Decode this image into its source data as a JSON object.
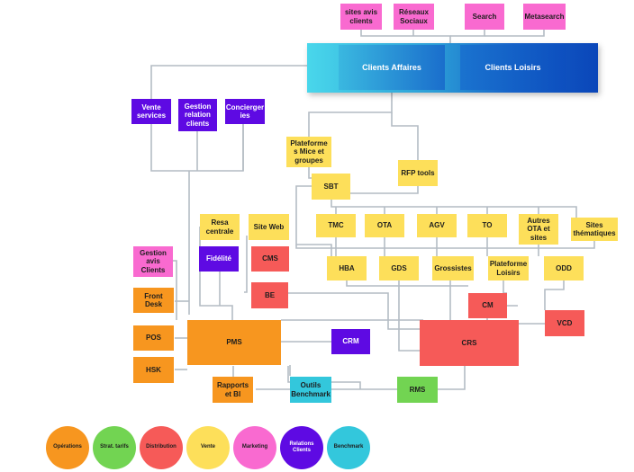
{
  "boxes": {
    "sites_avis_clients": "sites avis clients",
    "reseaux_sociaux": "Réseaux Sociaux",
    "search": "Search",
    "metasearch": "Metasearch",
    "clients_affaires": "Clients Affaires",
    "clients_loisirs": "Clients Loisirs",
    "vente_services": "Vente services",
    "gestion_relation_clients": "Gestion relation clients",
    "conciergeries": "Concierger ies",
    "plateformes_mice": "Plateforme s Mice et groupes",
    "rfp_tools": "RFP tools",
    "sbt": "SBT",
    "resa_centrale": "Resa centrale",
    "site_web": "Site Web",
    "tmc": "TMC",
    "ota": "OTA",
    "agv": "AGV",
    "to": "TO",
    "autres_ota": "Autres OTA et sites",
    "sites_thematiques": "Sites thématiques",
    "gestion_avis_clients": "Gestion avis Clients",
    "fidelite": "Fidélité",
    "cms": "CMS",
    "hba": "HBA",
    "gds": "GDS",
    "grossistes": "Grossistes",
    "plateforme_loisirs": "Plateforme Loisirs",
    "odd": "ODD",
    "front_desk": "Front Desk",
    "be": "BE",
    "cm": "CM",
    "vcd": "VCD",
    "pos": "POS",
    "pms": "PMS",
    "crm": "CRM",
    "crs": "CRS",
    "hsk": "HSK",
    "rapports_bi": "Rapports et BI",
    "outils_benchmark": "Outils Benchmark",
    "rms": "RMS"
  },
  "legend": [
    {
      "label": "Opérations",
      "color": "#f7961f"
    },
    {
      "label": "Strat. tarifs",
      "color": "#72d452"
    },
    {
      "label": "Distribution",
      "color": "#f65a58"
    },
    {
      "label": "Vente",
      "color": "#fddf5a"
    },
    {
      "label": "Marketing",
      "color": "#f96ad0"
    },
    {
      "label": "Relations Clients",
      "color": "#5e0ae3"
    },
    {
      "label": "Benchmark",
      "color": "#33c7dc"
    }
  ]
}
